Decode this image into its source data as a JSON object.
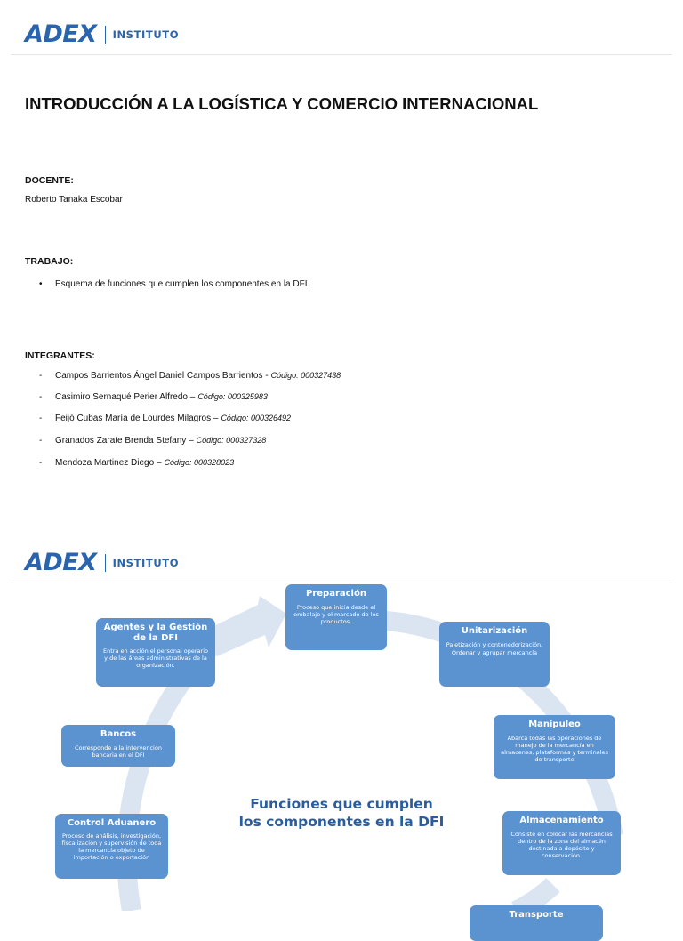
{
  "header": {
    "brand": "ADEX",
    "institute": "INSTITUTO"
  },
  "course_title": "INTRODUCCIÓN A LA LOGÍSTICA Y COMERCIO INTERNACIONAL",
  "docente": {
    "label": "DOCENTE:",
    "name": "Roberto Tanaka Escobar"
  },
  "trabajo": {
    "label": "TRABAJO:",
    "items": [
      "Esquema de funciones que cumplen los componentes en la DFI."
    ]
  },
  "integrantes": {
    "label": "INTEGRANTES:",
    "members": [
      {
        "name": "Campos Barrientos Ángel Daniel Campos Barrientos -",
        "code": "Código: 000327438"
      },
      {
        "name": "Casimiro Sernaqué Perier Alfredo –",
        "code": "Código: 000325983"
      },
      {
        "name": "Feijó Cubas María de Lourdes Milagros –",
        "code": "Código: 000326492"
      },
      {
        "name": "Granados Zarate Brenda Stefany –",
        "code": "Código: 000327328"
      },
      {
        "name": "Mendoza Martinez Diego –",
        "code": "Código: 000328023"
      }
    ]
  },
  "page2_header": {
    "brand": "ADEX",
    "institute": "INSTITUTO"
  },
  "diagram": {
    "center_title_line1": "Funciones que cumplen",
    "center_title_line2": "los componentes en la DFI",
    "nodes": {
      "preparacion": {
        "title": "Preparación",
        "desc": "Proceso que inicia desde el embalaje y el marcado de los productos."
      },
      "unitarizacion": {
        "title": "Unitarización",
        "desc": "Paletización y contenedorización.",
        "desc2": "Ordenar y agrupar mercancía"
      },
      "manipuleo": {
        "title": "Manipuleo",
        "desc": "Abarca todas las operaciones de manejo de la mercancía en almacenes, plataformas y terminales de transporte"
      },
      "almacenamiento": {
        "title": "Almacenamiento",
        "desc": "Consiste en colocar las mercancías dentro de la zona del almacén destinada a depósito y conservación."
      },
      "agentes": {
        "title": "Agentes y la Gestión de la DFI",
        "desc": "Entra en acción el personal operario y de las áreas administrativas de la organización."
      },
      "bancos": {
        "title": "Bancos",
        "desc": "Corresponde a la intervencion bancaria en el DFI"
      },
      "control": {
        "title": "Control Aduanero",
        "desc": "Proceso de análisis, investigación, fiscalización y supervisión de toda la mercancía objeto de importación o exportación"
      },
      "transporte": {
        "title": "Transporte"
      }
    },
    "colors": {
      "box": "#5b93d1",
      "arrow": "#dbe5f2",
      "title": "#2a5d9e"
    }
  }
}
